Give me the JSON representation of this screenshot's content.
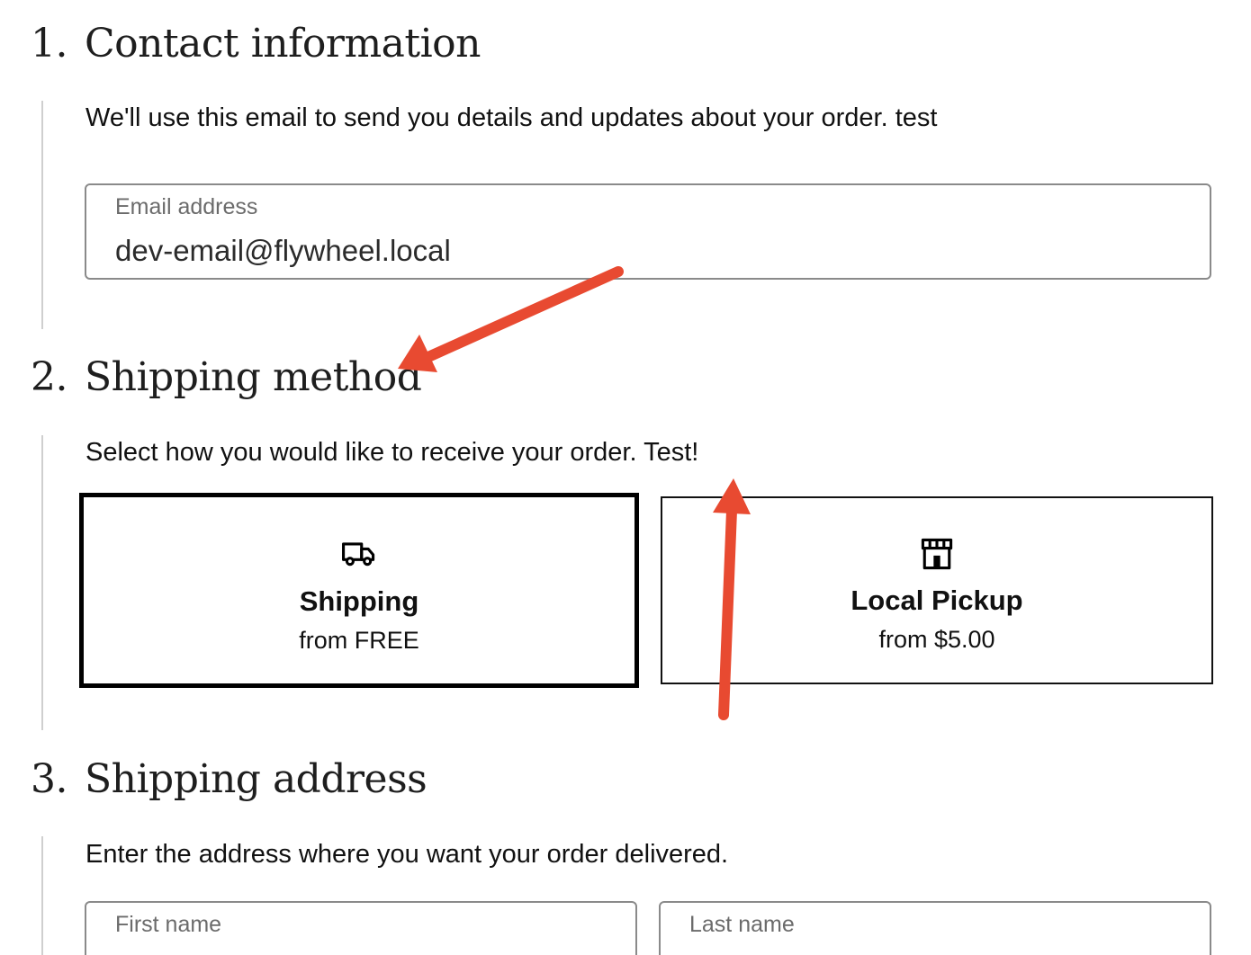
{
  "colors": {
    "annotation_arrow": "#e84a31",
    "rail": "#cfcfcf",
    "field_border": "#8a8a8a"
  },
  "contact": {
    "number": "1.",
    "title": "Contact information",
    "description": "We'll use this email to send you details and updates about your order. test",
    "email_label": "Email address",
    "email_value": "dev-email@flywheel.local"
  },
  "shipping_method": {
    "number": "2.",
    "title": "Shipping method",
    "description": "Select how you would like to receive your order. Test!",
    "options": [
      {
        "icon": "truck-icon",
        "label": "Shipping",
        "price": "from FREE",
        "selected": true
      },
      {
        "icon": "store-icon",
        "label": "Local Pickup",
        "price": "from $5.00",
        "selected": false
      }
    ]
  },
  "shipping_address": {
    "number": "3.",
    "title": "Shipping address",
    "description": "Enter the address where you want your order delivered.",
    "first_name_label": "First name",
    "last_name_label": "Last name"
  }
}
